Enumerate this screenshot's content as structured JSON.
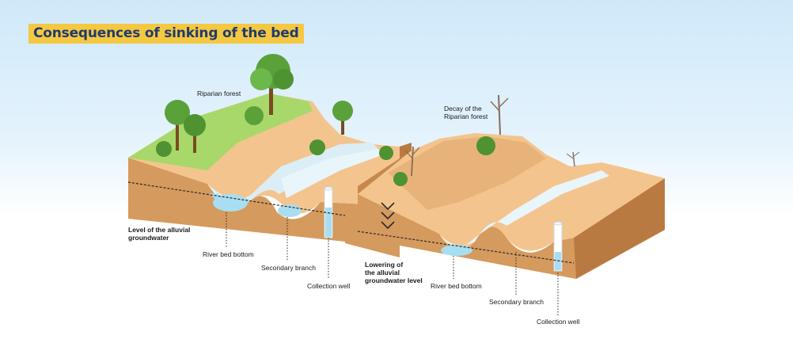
{
  "title": "Consequences of sinking of the bed",
  "labels": {
    "riparian_forest": "Riparian forest",
    "decay": "Decay of the\nRiparian forest",
    "level_alluvial": "Level of the alluvial\ngroundwater",
    "river_bed_bottom_left": "River bed bottom",
    "secondary_branch_left": "Secondary branch",
    "collection_well_left": "Collection well",
    "lowering": "Lowering of\nthe alluvial\ngroundwater level",
    "river_bed_bottom_right": "River bed bottom",
    "secondary_branch_right": "Secondary branch",
    "collection_well_right": "Collection well"
  },
  "colors": {
    "title_bg": "#f5c842",
    "title_text": "#1f3b6e",
    "grass": "#a8d86a",
    "soil_side": "#d59a5d",
    "soil_top": "#f4c48e",
    "water": "#a8def2",
    "tree": "#5aa13a"
  }
}
